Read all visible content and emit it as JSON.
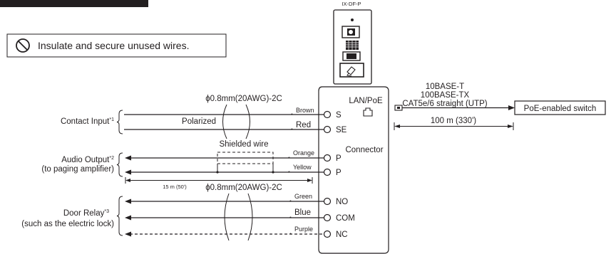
{
  "device": {
    "model": "IX-DF-P"
  },
  "note": {
    "icon": "prohibited-icon",
    "text": "Insulate and secure unused wires."
  },
  "network": {
    "standards": [
      "10BASE-T",
      "100BASE-TX",
      "CAT5e/6 straight (UTP)"
    ],
    "port_label": "LAN/PoE",
    "switch_label": "PoE-enabled switch",
    "max_distance": "100 m (330')"
  },
  "connector": {
    "title": "Connector",
    "terminals": [
      "S",
      "SE",
      "P",
      "P",
      "NO",
      "COM",
      "NC"
    ]
  },
  "wiring": {
    "cable_top": "ϕ0.8mm(20AWG)-2C",
    "cable_bottom": "ϕ0.8mm(20AWG)-2C",
    "polarized": "Polarized",
    "shielded": "Shielded wire",
    "audio_distance": "15 m (50')",
    "wire_colors": [
      "Brown",
      "Red",
      "Orange",
      "Yellow",
      "Green",
      "Blue",
      "Purple"
    ],
    "mark": "*"
  },
  "groups": {
    "contact_input": {
      "label": "Contact Input",
      "note": "*1"
    },
    "audio_output": {
      "label": "Audio Output",
      "note": "*2",
      "sub": "(to paging amplifier)"
    },
    "door_relay": {
      "label": "Door Relay",
      "note": "*3",
      "sub": "(such as the electric lock)"
    }
  }
}
